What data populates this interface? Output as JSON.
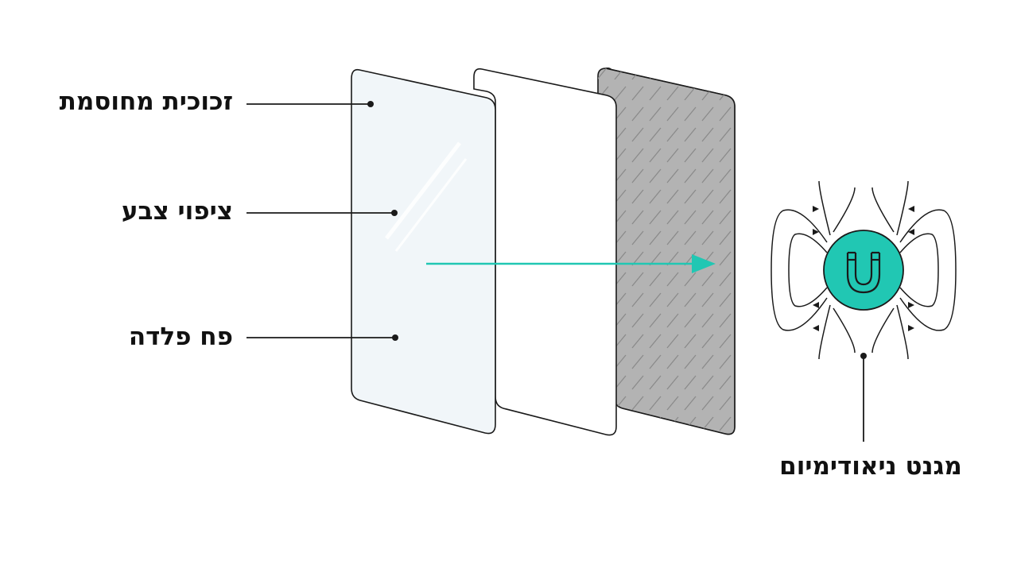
{
  "labels": {
    "tempered_glass": "זכוכית מחוסמת",
    "paint_coating": "ציפוי צבע",
    "steel_sheet": "פח פלדה",
    "neodymium_magnet": "מגנט ניאודימיום"
  },
  "colors": {
    "glass_fill": "#f1f6f9",
    "white_layer_fill": "#ffffff",
    "steel_fill": "#b3b3b3",
    "steel_hatch": "#8a8a8a",
    "outline": "#1a1a1a",
    "accent_teal": "#21c7b3",
    "text": "#111111"
  },
  "icons": {
    "magnet": "u-magnet-icon",
    "field_lines": "magnetic-field-lines"
  }
}
